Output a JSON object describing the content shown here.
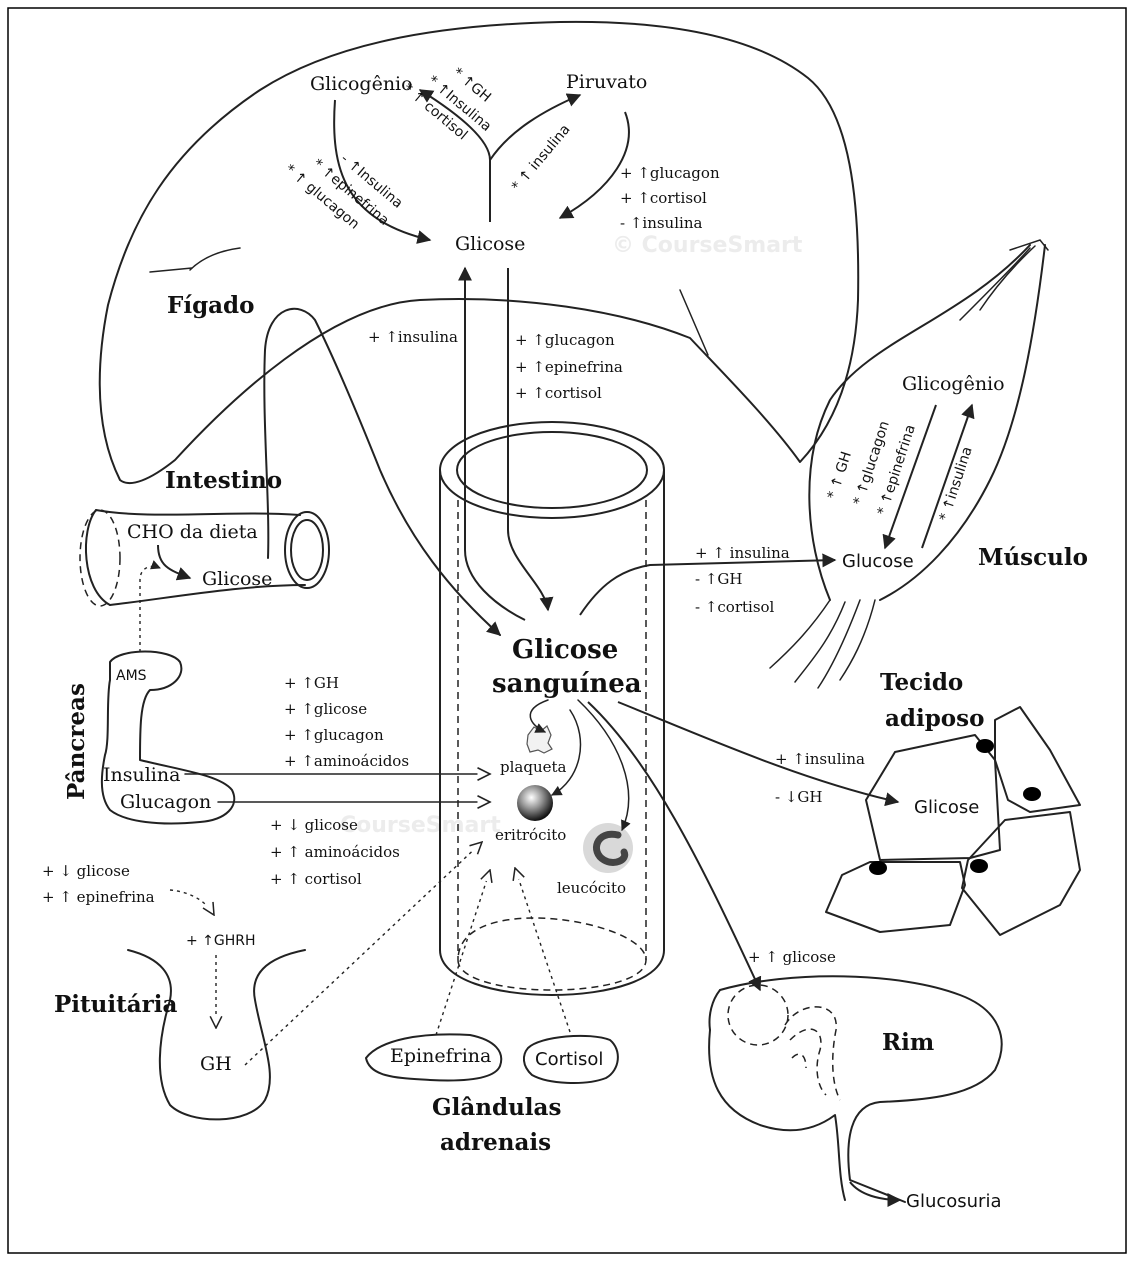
{
  "organs": {
    "figado": "Fígado",
    "intestino": "Intestino",
    "pancreas": "Pâncreas",
    "pituitaria": "Pituitária",
    "musculo": "Músculo",
    "tecido_adiposo_1": "Tecido",
    "tecido_adiposo_2": "adiposo",
    "rim": "Rim",
    "glandulas_1": "Glândulas",
    "glandulas_2": "adrenais"
  },
  "liver": {
    "glicogenio": "Glicogênio",
    "piruvato": "Piruvato",
    "glicose": "Glicose",
    "synth": [
      "* ↑GH",
      "* ↑Insulina",
      "* ↑ cortisol"
    ],
    "glyco_break": [
      "- ↑Insulina",
      "* ↑epinefrina",
      "* ↑ glucagon"
    ],
    "glycolysis": "* ↑ insulina",
    "gluconeo": [
      "+ ↑glucagon",
      "+ ↑cortisol",
      "- ↑insulina"
    ]
  },
  "blood": {
    "insulina_uptake": "+ ↑insulina",
    "release": [
      "+ ↑glucagon",
      "+ ↑epinefrina",
      "+ ↑cortisol"
    ],
    "title_1": "Glicose",
    "title_2": "sanguínea",
    "plaqueta": "plaqueta",
    "eritrocito": "eritrócito",
    "leucocito": "leucócito"
  },
  "intestine": {
    "cho": "CHO da dieta",
    "glicose": "Glicose"
  },
  "pancreas": {
    "ams": "AMS",
    "insulina": "Insulina",
    "glucagon": "Glucagon",
    "insulin_stim": [
      "+ ↑GH",
      "+ ↑glicose",
      "+ ↑glucagon",
      "+ ↑aminoácidos"
    ],
    "glucagon_stim": [
      "+ ↓ glicose",
      "+ ↑ aminoácidos",
      "+ ↑ cortisol"
    ]
  },
  "pituitary": {
    "stim": [
      "+ ↓ glicose",
      "+ ↑ epinefrina"
    ],
    "ghrh": "+ ↑GHRH",
    "gh": "GH"
  },
  "adrenal": {
    "epinefrina": "Epinefrina",
    "cortisol": "Cortisol"
  },
  "muscle": {
    "glicogenio": "Glicogênio",
    "glucose": "Glucose",
    "breakdown": [
      "* ↑ GH",
      "* ↑glucagon",
      "* ↑epinefrina"
    ],
    "synth": "* ↑insulina",
    "uptake": [
      "+ ↑ insulina",
      "- ↑GH",
      "- ↑cortisol"
    ]
  },
  "adipose": {
    "regs": [
      "+ ↑insulina",
      "- ↓GH"
    ],
    "glicose": "Glicose"
  },
  "kidney": {
    "glicose": "+ ↑ glicose",
    "glucosuria": "Glucosuria"
  },
  "watermarks": [
    "© CourseSmart",
    "CourseSmart"
  ]
}
